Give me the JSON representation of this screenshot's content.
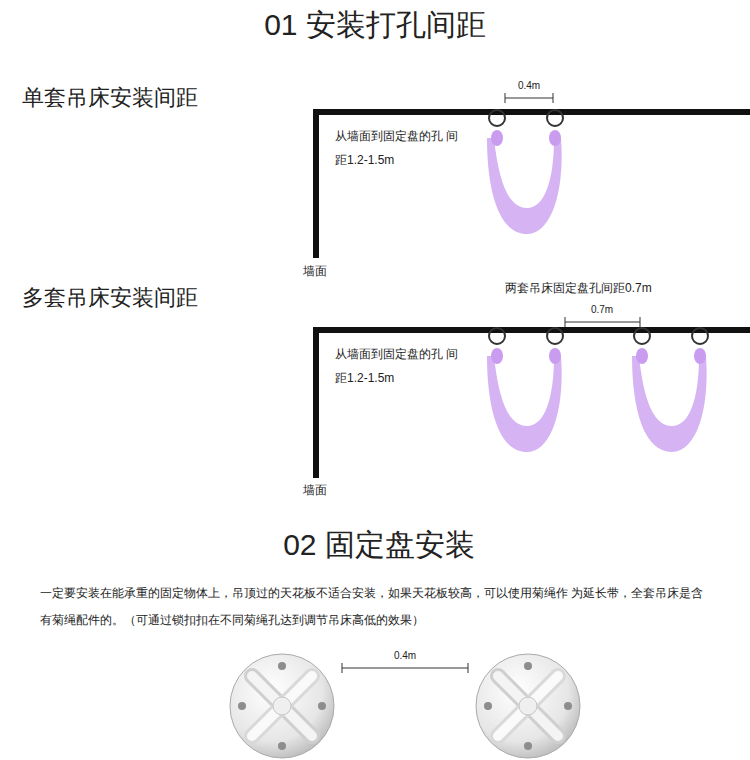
{
  "diagram": {
    "title": "01 安装打孔间距",
    "labels": [
      "单套吊床安装间距",
      "0.4m",
      "从墙面到固定盘的孔 间距1.2-1.5m",
      "墙面",
      "多套吊床安装间距",
      "两套吊床固定盘孔间距0.7m",
      "0.7m",
      "从墙面到固定盘的孔 间距1.2-1.5m",
      "墙面",
      "02 固定盘安装",
      "一定要安装在能承重的固定物体上，吊顶过的天花板不适合安装，如果天花板较高，可以使用菊绳作 为延长带，全套吊床是含有菊绳配件的。（可通过锁扣扣在不同菊绳孔达到调节吊床高低的效果）",
      "0.4m"
    ]
  }
}
